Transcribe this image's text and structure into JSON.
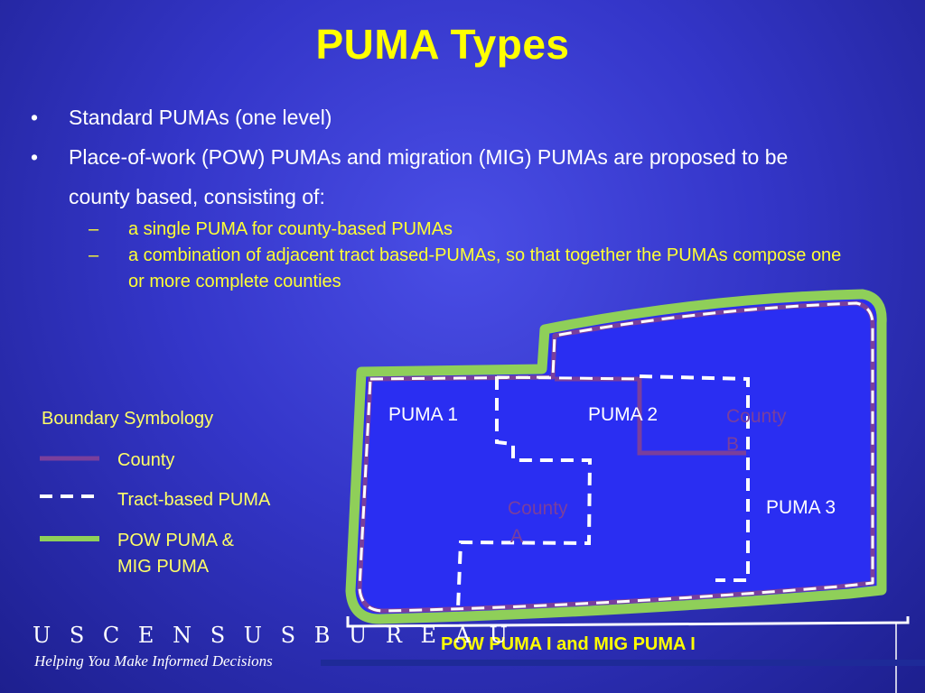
{
  "title": "PUMA Types",
  "bullets": [
    "Standard PUMAs (one level)",
    "Place-of-work (POW) PUMAs and migration (MIG) PUMAs are proposed to be county based, consisting of:"
  ],
  "bullet_marker": "•",
  "sub_marker": "–",
  "sub_bullets": [
    "a single PUMA for county-based PUMAs",
    "a combination of adjacent tract based-PUMAs, so that together the PUMAs compose one or more complete counties"
  ],
  "legend": {
    "title": "Boundary Symbology",
    "county": "County",
    "tract": "Tract-based PUMA",
    "pow_line1": "POW PUMA &",
    "pow_line2": "MIG PUMA"
  },
  "map_labels": {
    "puma1": "PUMA 1",
    "puma2": "PUMA 2",
    "puma3": "PUMA 3",
    "county_a_1": "County",
    "county_a_2": "A",
    "county_b_1": "County",
    "county_b_2": "B"
  },
  "caption": "POW PUMA I and MIG PUMA I",
  "logo": "U S C E N S U S B U R E A U",
  "tagline": "Helping You Make Informed Decisions",
  "colors": {
    "county_line": "#7a3f9c",
    "tract_line": "#ffffff",
    "pow_line": "#8fcf59",
    "map_fill": "#2a2ef2",
    "accent_text": "#ffff00"
  }
}
